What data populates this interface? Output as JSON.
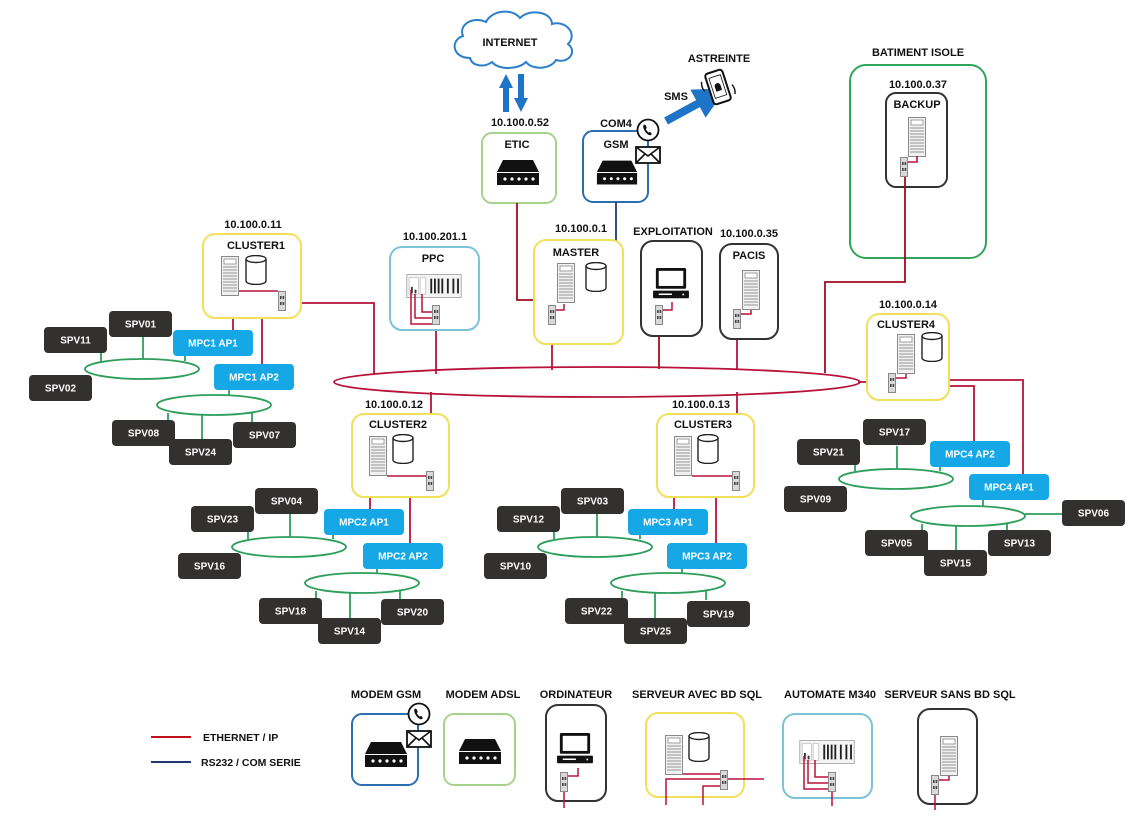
{
  "colors": {
    "ethernet": "#b8123a",
    "ethernet_dark": "#a00d1c",
    "serial": "#1f3a6e",
    "spv_bg": "#333030",
    "mpc_bg": "#16a8e6",
    "ring_green": "#2e9e5b",
    "sql_server_border": "#f2e05a",
    "plc_border": "#7cc3d8",
    "adsl_border": "#a9d18e",
    "gsm_border": "#2b6fb0",
    "plain_border": "#333333",
    "site_border": "#2fa65a",
    "arrow_blue": "#1e74c6",
    "cloud_border": "#2c7fc9"
  },
  "internet": {
    "label": "INTERNET"
  },
  "astreinte": {
    "label": "ASTREINTE",
    "link_label": "SMS",
    "icon": "phone-alert-icon"
  },
  "etic": {
    "ip": "10.100.0.52",
    "label": "ETIC",
    "icon": "modem-icon"
  },
  "gsm": {
    "port": "COM4",
    "label": "GSM",
    "icons": [
      "phone-icon",
      "envelope-icon",
      "modem-icon"
    ]
  },
  "backup_site": {
    "label": "BATIMENT ISOLE"
  },
  "backup": {
    "ip": "10.100.0.37",
    "label": "BACKUP"
  },
  "cluster1": {
    "ip": "10.100.0.11",
    "label": "CLUSTER1"
  },
  "ppc": {
    "ip": "10.100.201.1",
    "label": "PPC"
  },
  "master": {
    "ip": "10.100.0.1",
    "label": "MASTER"
  },
  "exploitation": {
    "label": "EXPLOITATION"
  },
  "pacis": {
    "ip": "10.100.0.35",
    "label": "PACIS"
  },
  "cluster4": {
    "ip": "10.100.0.14",
    "label": "CLUSTER4"
  },
  "cluster2": {
    "ip": "10.100.0.12",
    "label": "CLUSTER2"
  },
  "cluster3": {
    "ip": "10.100.0.13",
    "label": "CLUSTER3"
  },
  "access_points": [
    {
      "id": "mpc1-ap1",
      "label": "MPC1 AP1"
    },
    {
      "id": "mpc1-ap2",
      "label": "MPC1 AP2"
    },
    {
      "id": "mpc2-ap1",
      "label": "MPC2 AP1"
    },
    {
      "id": "mpc2-ap2",
      "label": "MPC2 AP2"
    },
    {
      "id": "mpc3-ap1",
      "label": "MPC3 AP1"
    },
    {
      "id": "mpc3-ap2",
      "label": "MPC3 AP2"
    },
    {
      "id": "mpc4-ap2",
      "label": "MPC4 AP2"
    },
    {
      "id": "mpc4-ap1",
      "label": "MPC4 AP1"
    }
  ],
  "spv": [
    "SPV01",
    "SPV11",
    "SPV02",
    "SPV08",
    "SPV24",
    "SPV07",
    "SPV04",
    "SPV23",
    "SPV16",
    "SPV18",
    "SPV14",
    "SPV20",
    "SPV03",
    "SPV12",
    "SPV10",
    "SPV22",
    "SPV25",
    "SPV19",
    "SPV17",
    "SPV21",
    "SPV09",
    "SPV05",
    "SPV15",
    "SPV13",
    "SPV06"
  ],
  "legend": {
    "lines": [
      {
        "label": "ETHERNET / IP",
        "type": "ethernet"
      },
      {
        "label": "RS232 / COM SERIE",
        "type": "serial"
      }
    ],
    "devices": [
      {
        "label": "MODEM GSM"
      },
      {
        "label": "MODEM ADSL"
      },
      {
        "label": "ORDINATEUR"
      },
      {
        "label": "SERVEUR AVEC BD SQL"
      },
      {
        "label": "AUTOMATE M340"
      },
      {
        "label": "SERVEUR SANS BD SQL"
      }
    ]
  }
}
